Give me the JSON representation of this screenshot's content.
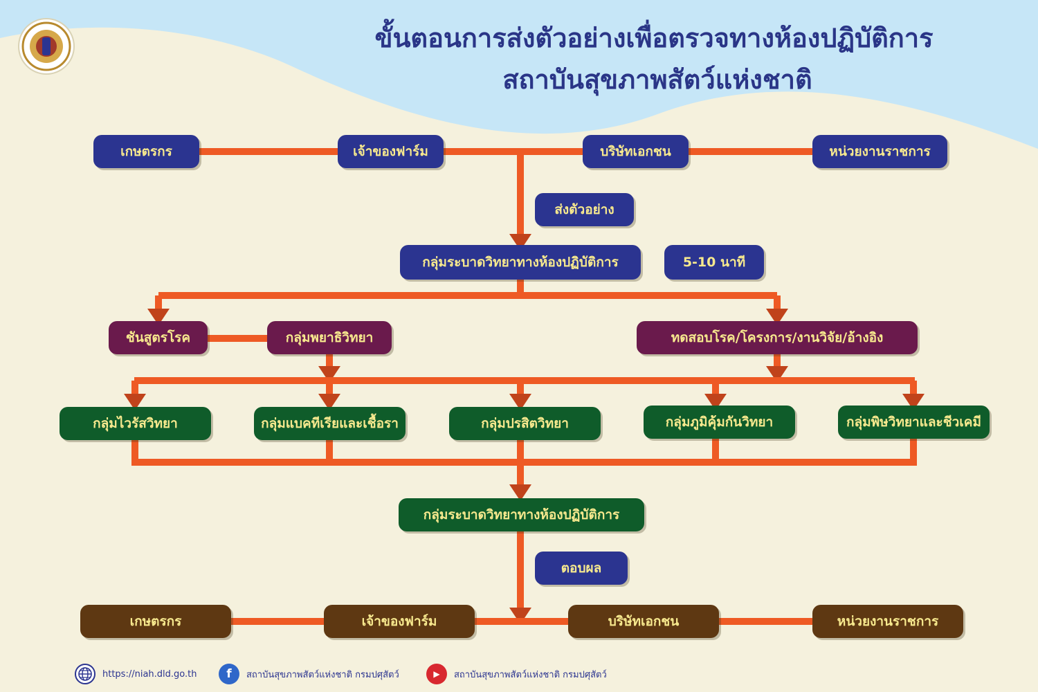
{
  "header": {
    "title_line1": "ขั้นตอนการส่งตัวอย่างเพื่อตรวจทางห้องปฏิบัติการ",
    "title_line2": "สถาบันสุขภาพสัตว์แห่งชาติ"
  },
  "colors": {
    "connector": "#ee5a24",
    "navy": "#2b3490",
    "plum": "#6a1a4c",
    "green": "#0f5c2a",
    "brown": "#5e3812",
    "text": "#f7e98e",
    "title": "#2a3587"
  },
  "senders": [
    "เกษตรกร",
    "เจ้าของฟาร์ม",
    "บริษัทเอกชน",
    "หน่วยงานราชการ"
  ],
  "step_send": "ส่งตัวอย่าง",
  "reception": "กลุ่มระบาดวิทยาทางห้องปฏิบัติการ",
  "time": "5-10 นาที",
  "path_left": {
    "a": "ชันสูตรโรค",
    "b": "กลุ่มพยาธิวิทยา"
  },
  "path_right": "ทดสอบโรค/โครงการ/งานวิจัย/อ้างอิง",
  "labs": [
    "กลุ่มไวรัสวิทยา",
    "กลุ่มแบคทีเรียและเชื้อรา",
    "กลุ่มปรสิตวิทยา",
    "กลุ่มภูมิคุ้มกันวิทยา",
    "กลุ่มพิษวิทยาและชีวเคมี"
  ],
  "report": "กลุ่มระบาดวิทยาทางห้องปฏิบัติการ",
  "step_result": "ตอบผล",
  "receivers": [
    "เกษตรกร",
    "เจ้าของฟาร์ม",
    "บริษัทเอกชน",
    "หน่วยงานราชการ"
  ],
  "footer": {
    "website": "https://niah.dld.go.th",
    "facebook": "สถาบันสุขภาพสัตว์แห่งชาติ กรมปศุสัตว์",
    "youtube": "สถาบันสุขภาพสัตว์แห่งชาติ กรมปศุสัตว์",
    "facebook_glyph": "f",
    "youtube_glyph": "▶"
  }
}
